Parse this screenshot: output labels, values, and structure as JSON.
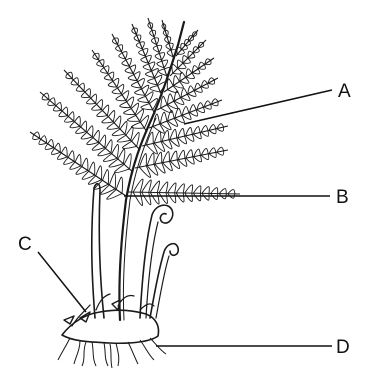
{
  "labels": {
    "a": "A",
    "b": "B",
    "c": "C",
    "d": "D"
  },
  "colors": {
    "ink": "#1a1a1a",
    "background": "#ffffff"
  }
}
